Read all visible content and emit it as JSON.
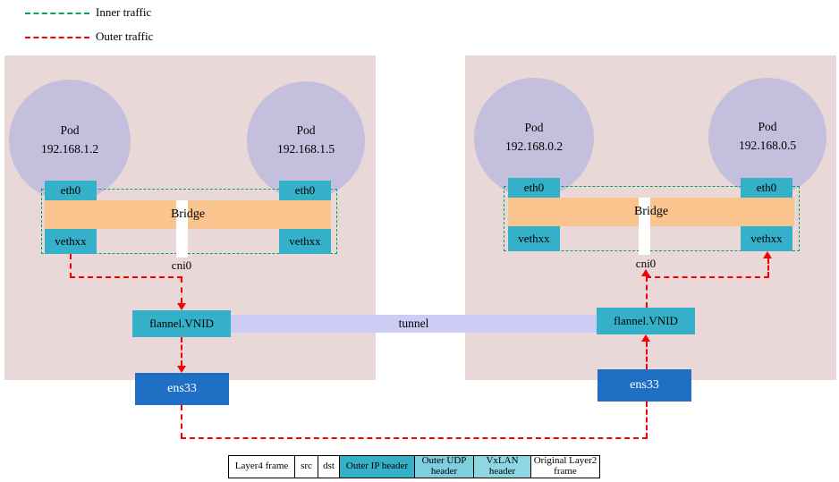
{
  "legend": {
    "inner_label": "Inner traffic",
    "outer_label": "Outer traffic"
  },
  "nodes": [
    {
      "pods": [
        {
          "name": "Pod",
          "ip": "192.168.1.2"
        },
        {
          "name": "Pod",
          "ip": "192.168.1.5"
        }
      ],
      "eth_label": "eth0",
      "bridge_label": "Bridge",
      "veth_label": "vethxx",
      "cni_label": "cni0",
      "flannel_label": "flannel.VNID",
      "ens_label": "ens33"
    },
    {
      "pods": [
        {
          "name": "Pod",
          "ip": "192.168.0.2"
        },
        {
          "name": "Pod",
          "ip": "192.168.0.5"
        }
      ],
      "eth_label": "eth0",
      "bridge_label": "Bridge",
      "veth_label": "vethxx",
      "cni_label": "cni0",
      "flannel_label": "flannel.VNID",
      "ens_label": "ens33"
    }
  ],
  "tunnel_label": "tunnel",
  "frame": {
    "cells": [
      {
        "label": "Layer4 frame",
        "bg": "#ffffff"
      },
      {
        "label": "src",
        "bg": "#ffffff"
      },
      {
        "label": "dst",
        "bg": "#ffffff"
      },
      {
        "label": "Outer IP header",
        "bg": "#35b0c9"
      },
      {
        "label": "Outer UDP header",
        "bg": "#7fcede"
      },
      {
        "label": "VxLAN header",
        "bg": "#8ed7e2"
      },
      {
        "label": "Original Layer2 frame",
        "bg": "#ffffff"
      }
    ]
  },
  "colors": {
    "node_bg": "#e9d8d7",
    "pod_circle": "#c4bfdd",
    "teal_box": "#35b0c9",
    "bridge_bar": "#f9c48e",
    "ens_blue": "#1f6fc4",
    "tunnel_bar": "#ccccf4",
    "inner_green": "#00a651",
    "outer_red": "#f50000"
  }
}
